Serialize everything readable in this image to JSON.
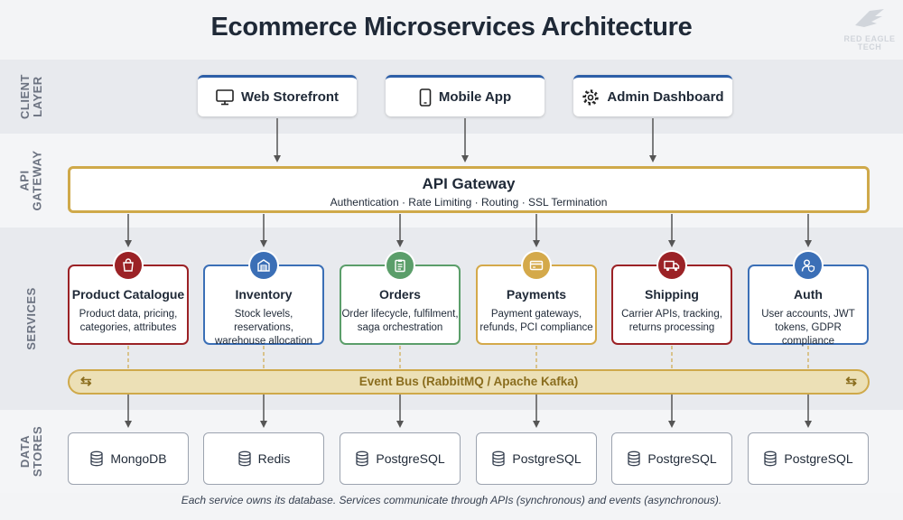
{
  "title": "Ecommerce Microservices Architecture",
  "logo": {
    "line1": "RED EAGLE",
    "line2": "TECH"
  },
  "layers": {
    "client": "CLIENT\nLAYER",
    "gateway": "API\nGATEWAY",
    "services": "SERVICES",
    "data": "DATA\nSTORES"
  },
  "clients": [
    {
      "label": "Web Storefront",
      "icon": "monitor-icon"
    },
    {
      "label": "Mobile App",
      "icon": "phone-icon"
    },
    {
      "label": "Admin Dashboard",
      "icon": "gear-icon"
    }
  ],
  "gateway": {
    "title": "API Gateway",
    "subtitle": "Authentication · Rate Limiting · Routing · SSL Termination"
  },
  "services": [
    {
      "name": "Product Catalogue",
      "desc1": "Product data, pricing,",
      "desc2": "categories, attributes",
      "color": "#9b2226",
      "icon": "bag-icon"
    },
    {
      "name": "Inventory",
      "desc1": "Stock levels, reservations,",
      "desc2": "warehouse allocation",
      "color": "#3b6fb6",
      "icon": "warehouse-icon"
    },
    {
      "name": "Orders",
      "desc1": "Order lifecycle, fulfilment,",
      "desc2": "saga orchestration",
      "color": "#5b9e6a",
      "icon": "clipboard-icon"
    },
    {
      "name": "Payments",
      "desc1": "Payment gateways,",
      "desc2": "refunds, PCI compliance",
      "color": "#d4a94a",
      "icon": "card-icon"
    },
    {
      "name": "Shipping",
      "desc1": "Carrier APIs, tracking,",
      "desc2": "returns processing",
      "color": "#9b2226",
      "icon": "truck-icon"
    },
    {
      "name": "Auth",
      "desc1": "User accounts, JWT",
      "desc2": "tokens, GDPR compliance",
      "color": "#3b6fb6",
      "icon": "user-shield-icon"
    }
  ],
  "event_bus": "Event Bus (RabbitMQ / Apache Kafka)",
  "stores": [
    {
      "label": "MongoDB"
    },
    {
      "label": "Redis"
    },
    {
      "label": "PostgreSQL"
    },
    {
      "label": "PostgreSQL"
    },
    {
      "label": "PostgreSQL"
    },
    {
      "label": "PostgreSQL"
    }
  ],
  "footer": "Each service owns its database. Services communicate through APIs (synchronous) and events (asynchronous)."
}
